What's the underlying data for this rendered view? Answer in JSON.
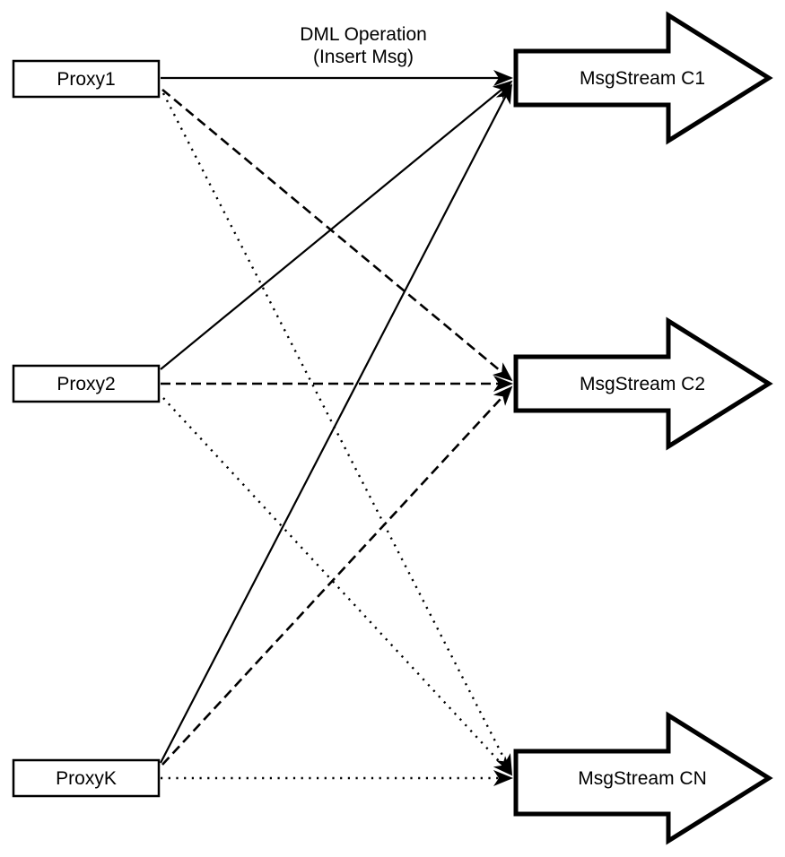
{
  "diagram": {
    "title": {
      "line1": "DML Operation",
      "line2": "(Insert Msg)"
    },
    "colors": {
      "stroke": "#000000",
      "fill": "#ffffff",
      "background": "#ffffff"
    },
    "proxies": [
      {
        "label": "Proxy1"
      },
      {
        "label": "Proxy2"
      },
      {
        "label": "ProxyK"
      }
    ],
    "streams": [
      {
        "label": "MsgStream C1"
      },
      {
        "label": "MsgStream C2"
      },
      {
        "label": "MsgStream CN"
      }
    ],
    "edges": [
      {
        "from": "Proxy1",
        "to": "MsgStream C1",
        "style": "solid"
      },
      {
        "from": "Proxy1",
        "to": "MsgStream C2",
        "style": "dashed"
      },
      {
        "from": "Proxy1",
        "to": "MsgStream CN",
        "style": "dotted"
      },
      {
        "from": "Proxy2",
        "to": "MsgStream C1",
        "style": "solid"
      },
      {
        "from": "Proxy2",
        "to": "MsgStream C2",
        "style": "dashed"
      },
      {
        "from": "Proxy2",
        "to": "MsgStream CN",
        "style": "dotted"
      },
      {
        "from": "ProxyK",
        "to": "MsgStream C1",
        "style": "solid"
      },
      {
        "from": "ProxyK",
        "to": "MsgStream C2",
        "style": "dashed"
      },
      {
        "from": "ProxyK",
        "to": "MsgStream CN",
        "style": "dotted"
      }
    ]
  }
}
